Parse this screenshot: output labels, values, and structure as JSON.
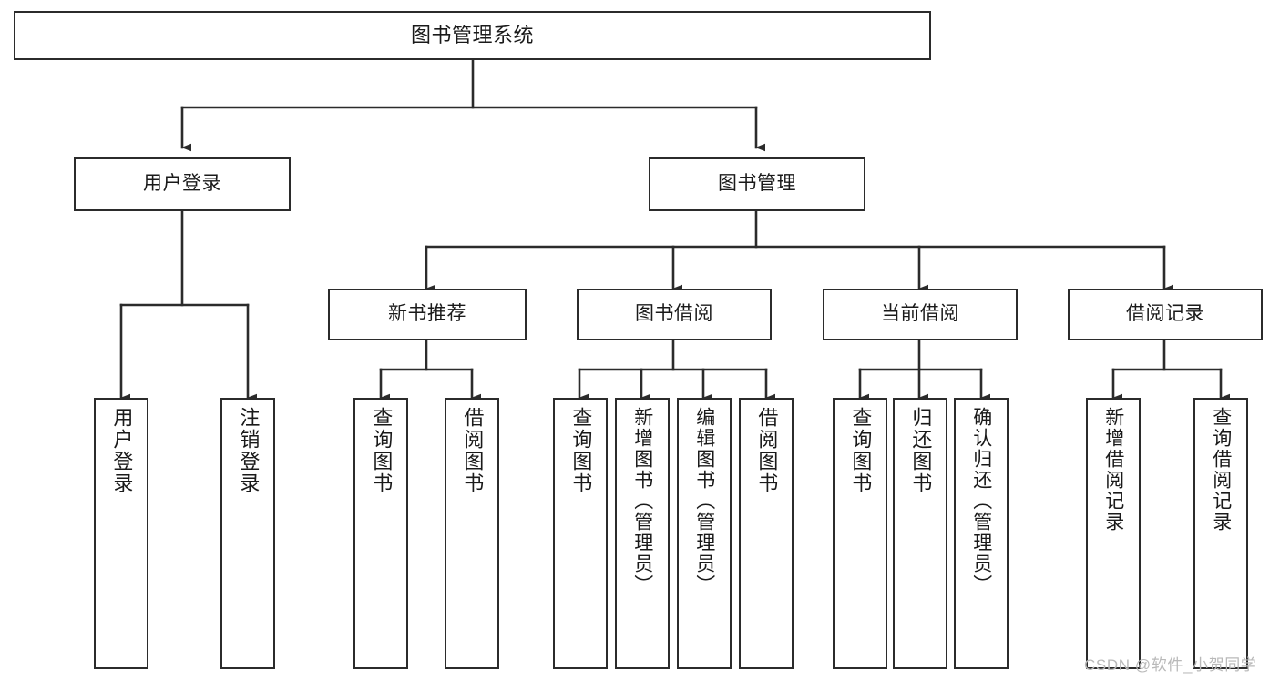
{
  "diagram": {
    "type": "tree-hierarchy",
    "title": "图书管理系统",
    "root": {
      "label": "图书管理系统"
    },
    "level1": [
      {
        "label": "用户登录"
      },
      {
        "label": "图书管理"
      }
    ],
    "level2": [
      {
        "label": "新书推荐"
      },
      {
        "label": "图书借阅"
      },
      {
        "label": "当前借阅"
      },
      {
        "label": "借阅记录"
      }
    ],
    "leaves_user_login": [
      {
        "label": "用户登录"
      },
      {
        "label": "注销登录"
      }
    ],
    "leaves_new_books": [
      {
        "label": "查询图书"
      },
      {
        "label": "借阅图书"
      }
    ],
    "leaves_borrow": [
      {
        "label": "查询图书"
      },
      {
        "label": "新增图书（管理员）"
      },
      {
        "label": "编辑图书（管理员）"
      },
      {
        "label": "借阅图书"
      }
    ],
    "leaves_current": [
      {
        "label": "查询图书"
      },
      {
        "label": "归还图书"
      },
      {
        "label": "确认归还（管理员）"
      }
    ],
    "leaves_records": [
      {
        "label": "新增借阅记录"
      },
      {
        "label": "查询借阅记录"
      }
    ]
  },
  "watermark": {
    "text": "CSDN @软件_小贺同学"
  },
  "colors": {
    "stroke": "#2b2b2b",
    "background": "#ffffff",
    "text": "#1a1a1a",
    "watermark": "#b9b9b9"
  }
}
